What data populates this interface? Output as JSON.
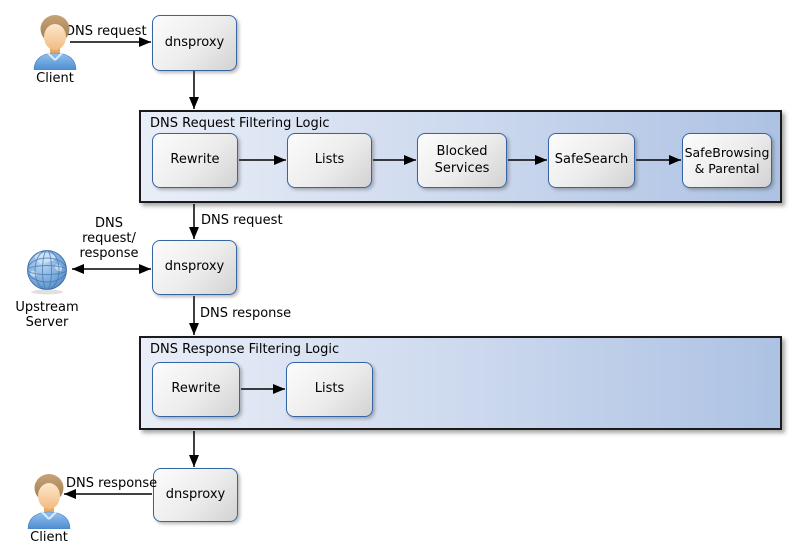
{
  "palette": {
    "node_border": "#3465a4",
    "node_fill_light": "#fcfcfc",
    "node_fill_dark": "#d2d2d2",
    "container_border": "#1b1b1b",
    "container_fill_left": "#e9eef8",
    "container_fill_right": "#adc2e3",
    "arrow": "#000000",
    "text": "#000000"
  },
  "actors": {
    "client_top": {
      "label": "Client"
    },
    "upstream_server": {
      "label": "Upstream\nServer"
    },
    "client_bottom": {
      "label": "Client"
    }
  },
  "nodes": {
    "dnsproxy_top": "dnsproxy",
    "dnsproxy_middle": "dnsproxy",
    "dnsproxy_bottom": "dnsproxy"
  },
  "request_pipeline": {
    "title": "DNS Request Filtering Logic",
    "steps": {
      "rewrite": "Rewrite",
      "lists": "Lists",
      "blocked_services": "Blocked\nServices",
      "safesearch": "SafeSearch",
      "safebrowsing": "SafeBrowsing\n& Parental"
    }
  },
  "response_pipeline": {
    "title": "DNS Response Filtering Logic",
    "steps": {
      "rewrite": "Rewrite",
      "lists": "Lists"
    }
  },
  "edge_labels": {
    "client_request": "DNS request",
    "filtered_request": "DNS request",
    "upstream_exchange": "DNS\nrequest/\nresponse",
    "upstream_response": "DNS response",
    "client_response": "DNS response"
  }
}
